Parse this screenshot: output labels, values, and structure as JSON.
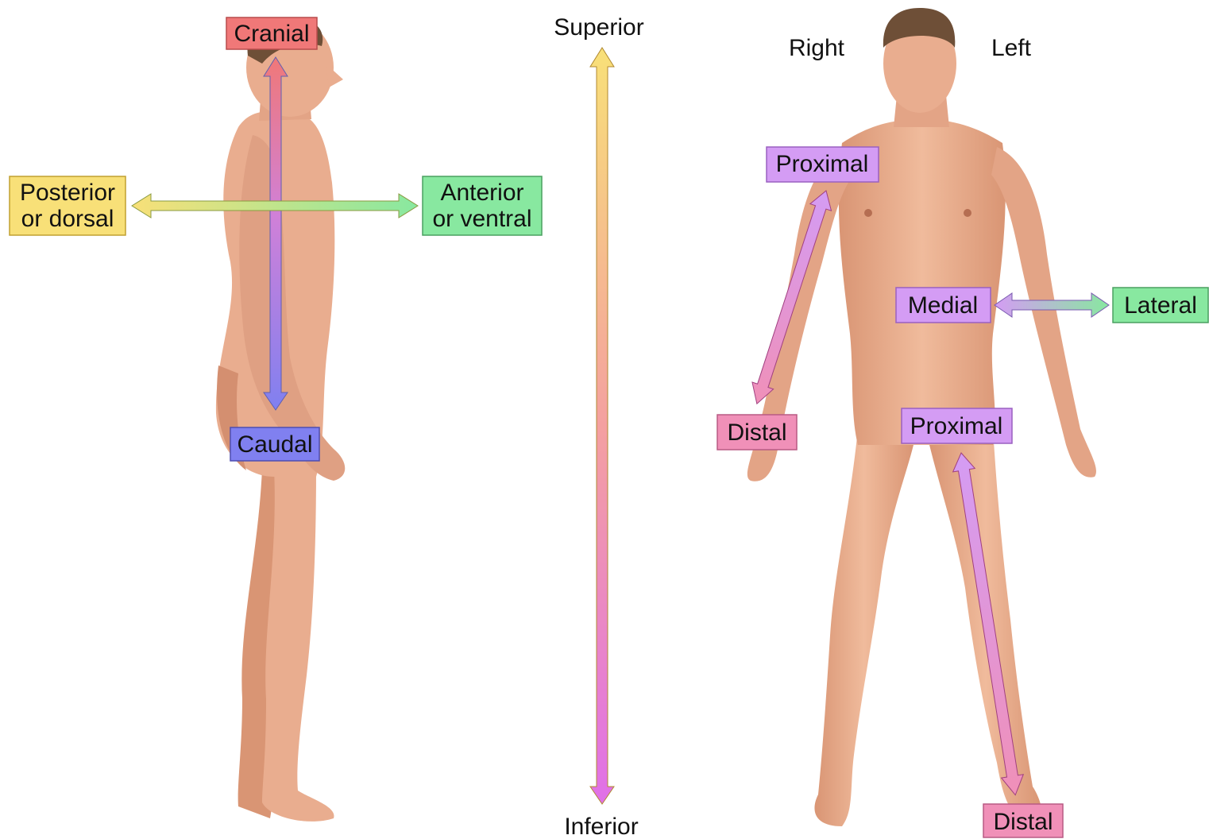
{
  "colors": {
    "red": "#f07878",
    "yellow": "#f8e078",
    "green": "#88e8a0",
    "blue": "#8080f0",
    "violet": "#d49cf4",
    "pink": "#f090b8",
    "skin": "#e9ad8f",
    "skin_shade": "#cf8c6d",
    "hair": "#6e4f37"
  },
  "lateral_view": {
    "cranial": "Cranial",
    "caudal": "Caudal",
    "posterior": [
      "Posterior",
      "or dorsal"
    ],
    "anterior": [
      "Anterior",
      "or ventral"
    ]
  },
  "vertical_axis": {
    "superior": "Superior",
    "inferior": "Inferior"
  },
  "anterior_view": {
    "right": "Right",
    "left": "Left",
    "arm_proximal": "Proximal",
    "arm_distal": "Distal",
    "medial": "Medial",
    "lateral": "Lateral",
    "leg_proximal": "Proximal",
    "leg_distal": "Distal"
  }
}
